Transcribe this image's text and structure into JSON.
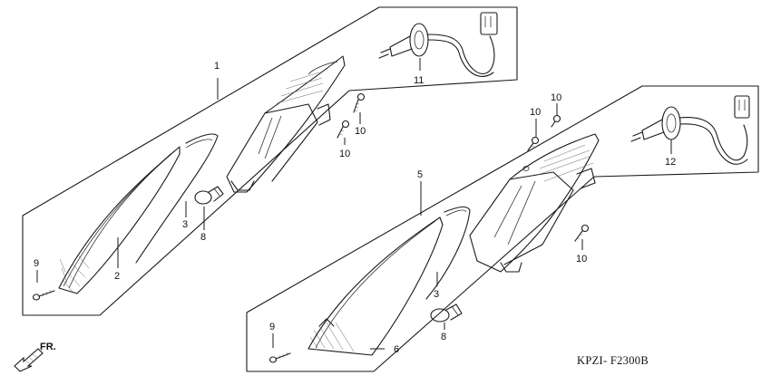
{
  "diagram_code": "KPZI- F2300B",
  "direction_label": "FR.",
  "callouts": {
    "c1": "1",
    "c2": "2",
    "c3a": "3",
    "c8a": "8",
    "c9a": "9",
    "c10a": "10",
    "c10b": "10",
    "c11": "11",
    "c5": "5",
    "c6": "6",
    "c3b": "3",
    "c8b": "8",
    "c9b": "9",
    "c10c": "10",
    "c10d": "10",
    "c10e": "10",
    "c12": "12"
  }
}
